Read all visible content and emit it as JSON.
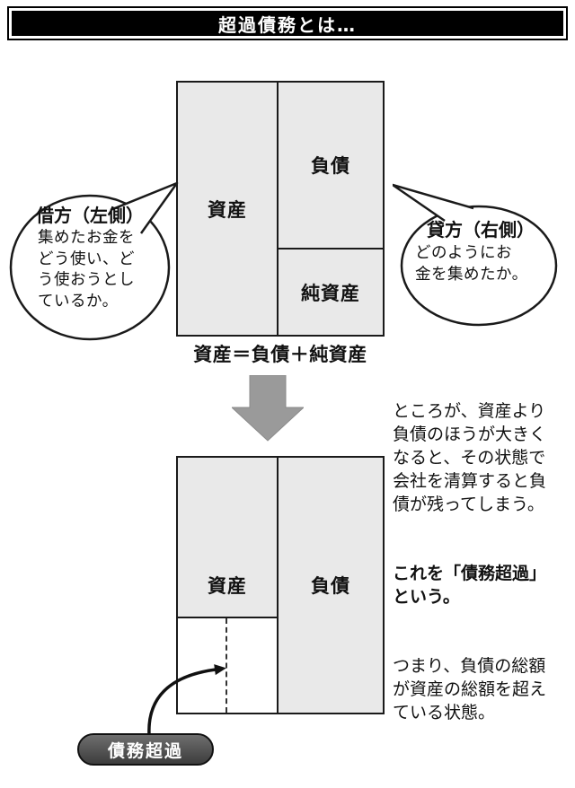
{
  "header": {
    "title": "超過債務とは…"
  },
  "top_diagram": {
    "assets_label": "資産",
    "liabilities_label": "負債",
    "net_assets_label": "純資産",
    "equation": "資産＝負債＋純資産"
  },
  "left_bubble": {
    "title": "借方（左側）",
    "body": [
      "集めたお金を",
      "どう使い、ど",
      "う使おうとし",
      "ているか。"
    ]
  },
  "right_bubble": {
    "title": "貸方（右側）",
    "body": [
      "どのようにお",
      "金を集めたか。"
    ]
  },
  "explanation": {
    "p1": [
      "ところが、資産より",
      "負債のほうが大きく",
      "なると、その状態で",
      "会社を清算すると負",
      "債が残ってしまう。"
    ],
    "p2": [
      "これを「債務超過」",
      "という。"
    ],
    "p3": [
      "つまり、負債の総額",
      "が資産の総額を超え",
      "ている状態。"
    ]
  },
  "bottom_diagram": {
    "assets_label": "資産",
    "liabilities_label": "負債",
    "excess_label": "債務超過"
  },
  "colors": {
    "cell_fill": "#e9e9e9",
    "line_black": "#1a1a1a",
    "arrow_gray": "#9a9a9a",
    "pill_dark": "#4a4a4a"
  }
}
